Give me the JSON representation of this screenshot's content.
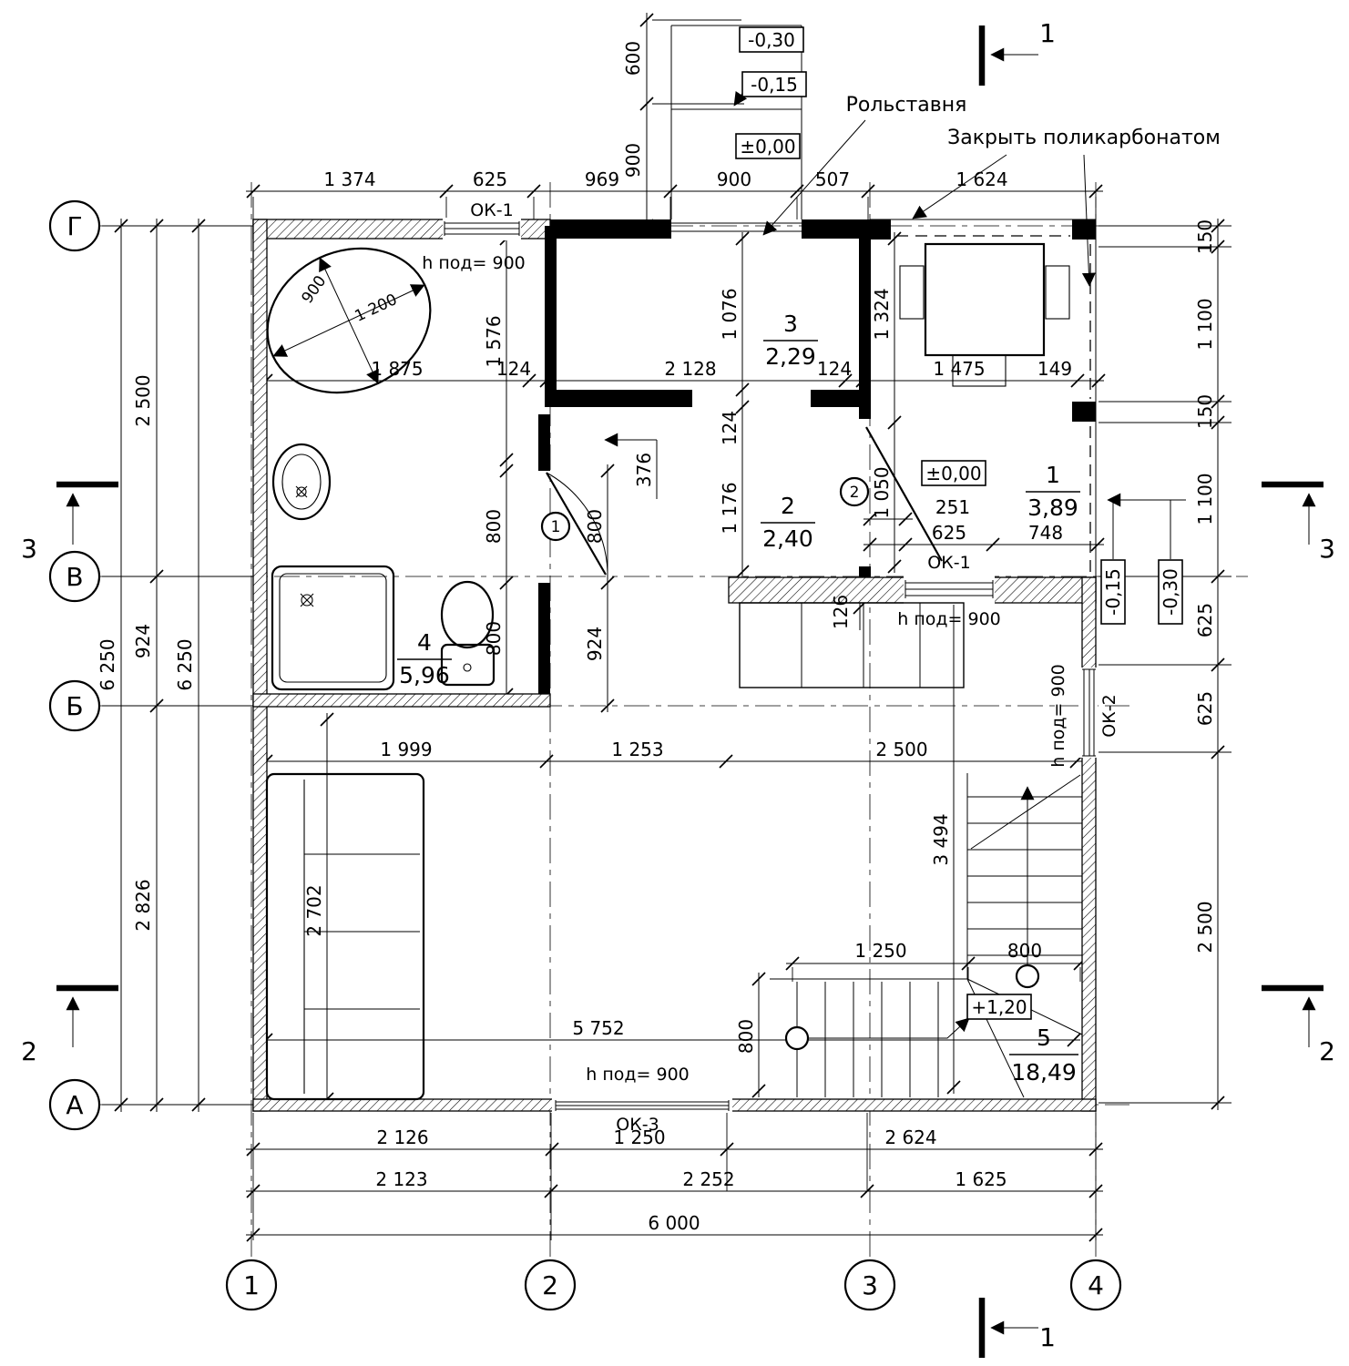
{
  "axes": {
    "rows": [
      "Г",
      "В",
      "Б",
      "А"
    ],
    "cols": [
      "1",
      "2",
      "3",
      "4"
    ]
  },
  "sections": {
    "s1": "1",
    "s2": "2",
    "s3": "3"
  },
  "doors": {
    "d1": "1",
    "d2": "2"
  },
  "rooms": [
    {
      "num": "1",
      "area": "3,89"
    },
    {
      "num": "2",
      "area": "2,40"
    },
    {
      "num": "3",
      "area": "2,29"
    },
    {
      "num": "4",
      "area": "5,96"
    },
    {
      "num": "5",
      "area": "18,49"
    }
  ],
  "annotations": {
    "shutter": "Рольставня",
    "polycarbonate": "Закрыть поликарбонатом",
    "sill_a": "h под= 900",
    "sill_b": "h под= 900",
    "sill_c": "h под= 900",
    "sill_d": "h под= 900",
    "ok1a": "ОК-1",
    "ok1b": "ОК-1",
    "ok2": "ОК-2",
    "ok3": "ОК-3"
  },
  "levels": {
    "minus030_top": "-0,30",
    "minus015_top": "-0,15",
    "zero_top": "±0,00",
    "zero_hall": "±0,00",
    "plus120": "+1,20",
    "minus015_right": "-0,15",
    "minus030_right": "-0,30"
  },
  "dims": {
    "top": [
      "1 374",
      "625",
      "969",
      "900",
      "507",
      "1 624"
    ],
    "porch": [
      "600",
      "900"
    ],
    "left_inner": [
      "2 500",
      "924",
      "2 826"
    ],
    "left_total_a": "6 250",
    "left_total_b": "6 250",
    "right": [
      "150",
      "1 100",
      "150",
      "1 100",
      "625",
      "625",
      "2 500"
    ],
    "bottom_a": [
      "2 126",
      "1 250",
      "2 624"
    ],
    "bottom_b": [
      "2 123",
      "2 252",
      "1 625"
    ],
    "bottom_total": "6 000",
    "bath_diag_w": "900",
    "bath_diag_l": "1 200",
    "bath_w": "1 875",
    "wall_a": "124",
    "room3_w": "2 128",
    "wall_b": "124",
    "room3_h": "1 076",
    "bath_h": "1 576",
    "terrace_h": "1 324",
    "terrace_w": "1 475",
    "pier_149": "149",
    "wall_c": "124",
    "jamb_376": "376",
    "door_800a": "800",
    "door_800b": "800",
    "hall_h": "1 176",
    "door_1050": "1 050",
    "pier_251": "251",
    "win_625": "625",
    "pier_748": "748",
    "step_126": "126",
    "bath_924": "924",
    "wc_800": "800",
    "sofa_1999": "1 999",
    "pass_1253": "1 253",
    "kit_2500": "2 500",
    "stair_3494": "3 494",
    "sofa_2702": "2 702",
    "stair_1250": "1 250",
    "stair_800": "800",
    "room_5752": "5 752",
    "flight_800": "800"
  }
}
